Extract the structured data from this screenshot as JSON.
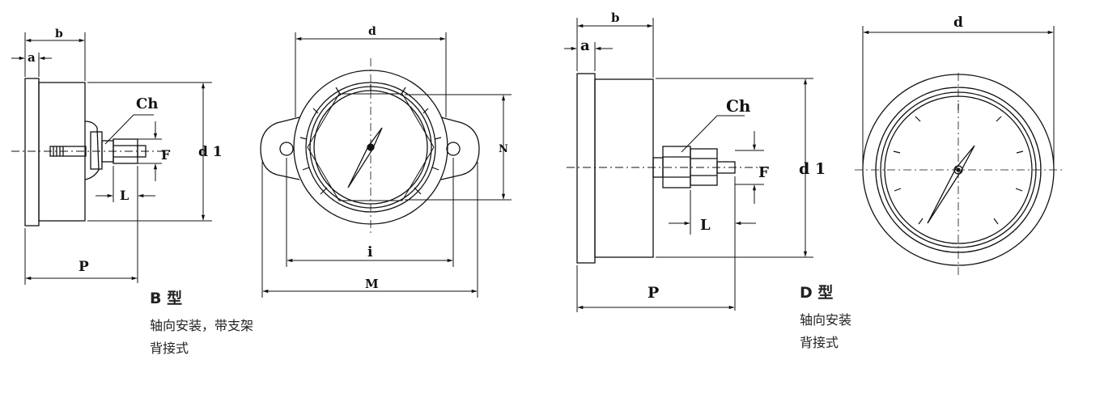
{
  "diagram_b": {
    "labels": {
      "a": "a",
      "b": "b",
      "ch": "Ch",
      "f": "F",
      "l": "L",
      "d1": "d 1",
      "p": "P",
      "d": "d",
      "n": "N",
      "i": "i",
      "m": "M"
    },
    "caption": {
      "title": "B 型",
      "line1": "轴向安装，带支架",
      "line2": "背接式"
    }
  },
  "diagram_d": {
    "labels": {
      "a": "a",
      "b": "b",
      "ch": "Ch",
      "f": "F",
      "l": "L",
      "d1": "d 1",
      "p": "P",
      "d": "d"
    },
    "caption": {
      "title": "D 型",
      "line1": "轴向安装",
      "line2": "背接式"
    }
  }
}
